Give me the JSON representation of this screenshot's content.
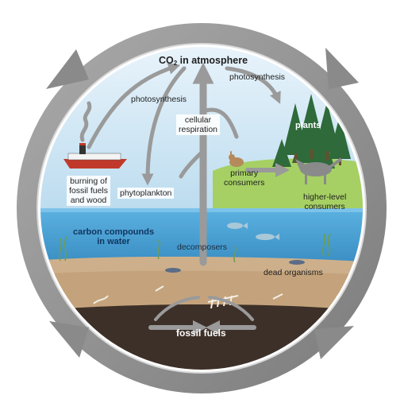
{
  "title": {
    "main": "CO",
    "subscript": "2",
    "rest": " in atmosphere"
  },
  "labels": {
    "photosynthesis_left": "photosynthesis",
    "photosynthesis_right": "photosynthesis",
    "cellular_respiration_line1": "cellular",
    "cellular_respiration_line2": "respiration",
    "plants": "plants",
    "burning_line1": "burning of",
    "burning_line2": "fossil fuels",
    "burning_line3": "and wood",
    "phytoplankton": "phytoplankton",
    "primary_line1": "primary",
    "primary_line2": "consumers",
    "higher_line1": "higher-level",
    "higher_line2": "consumers",
    "carbon_line1": "carbon compounds",
    "carbon_line2": "in water",
    "decomposers": "decomposers",
    "dead_organisms": "dead organisms",
    "fossil_fuels": "fossil fuels"
  },
  "icons": [
    "cycle-arrow-icon",
    "ship-icon",
    "tree-icon",
    "rabbit-icon",
    "wolf-icon",
    "fish-icon",
    "skeleton-icon",
    "seaweed-icon"
  ],
  "colors": {
    "ring": "#8e8e8e",
    "sky": "#d7eaf6",
    "water": "#4aa3d6",
    "land": "#9ccb5b",
    "sediment": "#c8ab85",
    "fossil_layer": "#3d3028",
    "arrow": "#9a9a9a",
    "ship_hull": "#c0392b",
    "tree": "#2f6b3a"
  }
}
